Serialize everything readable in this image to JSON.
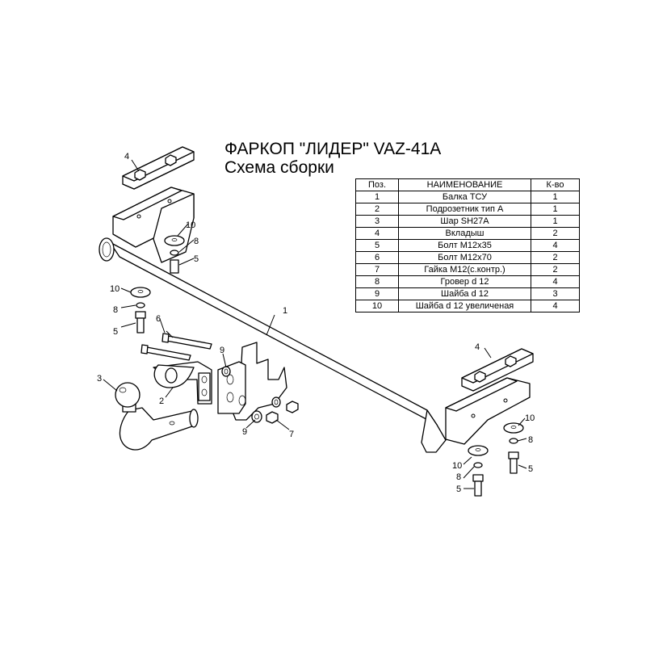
{
  "title": "ФАРКОП \"ЛИДЕР\" VAZ-41A",
  "subtitle": "Схема сборки",
  "parts_table": {
    "headers": [
      "Поз.",
      "НАИМЕНОВАНИЕ",
      "К-во"
    ],
    "rows": [
      [
        "1",
        "Балка ТСУ",
        "1"
      ],
      [
        "2",
        "Подрозетник тип А",
        "1"
      ],
      [
        "3",
        "Шар SH27A",
        "1"
      ],
      [
        "4",
        "Вкладыш",
        "2"
      ],
      [
        "5",
        "Болт М12х35",
        "4"
      ],
      [
        "6",
        "Болт М12х70",
        "2"
      ],
      [
        "7",
        "Гайка М12(с.контр.)",
        "2"
      ],
      [
        "8",
        "Гровер d 12",
        "4"
      ],
      [
        "9",
        "Шайба d 12",
        "3"
      ],
      [
        "10",
        "Шайба d 12 увеличеная",
        "4"
      ]
    ]
  },
  "callouts": {
    "c1": "1",
    "c2": "2",
    "c3": "3",
    "c4a": "4",
    "c4b": "4",
    "c5a": "5",
    "c5b": "5",
    "c5c": "5",
    "c5d": "5",
    "c6": "6",
    "c7": "7",
    "c8a": "8",
    "c8b": "8",
    "c8c": "8",
    "c8d": "8",
    "c9a": "9",
    "c9b": "9",
    "c10a": "10",
    "c10b": "10",
    "c10c": "10",
    "c10d": "10"
  }
}
